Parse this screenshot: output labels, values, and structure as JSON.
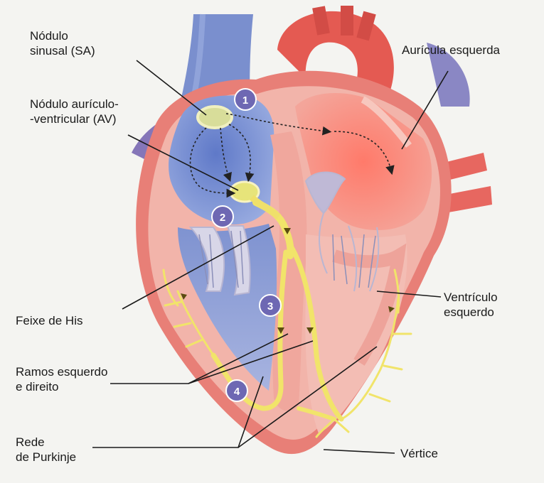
{
  "labels": {
    "sa_node": "Nódulo\nsinusal  (SA)",
    "av_node": "Nódulo aurículo-\n-ventricular (AV)",
    "left_atrium": "Aurícula esquerda",
    "bundle_his": "Feixe de His",
    "branches": "Ramos esquerdo\ne direito",
    "purkinje": "Rede\nde Purkinje",
    "left_ventricle": "Ventrículo\nesquerdo",
    "apex": "Vértice"
  },
  "steps": [
    "1",
    "2",
    "3",
    "4"
  ],
  "colors": {
    "right_side": "#8f9fd2",
    "left_side": "#ec8a80",
    "wall": "#f3b7ae",
    "conduction": "#f1e46a",
    "step_badge": "#6e68b3",
    "vessel_blue": "#6f86c8",
    "vessel_red": "#e6665e",
    "background": "#f4f4f1"
  }
}
